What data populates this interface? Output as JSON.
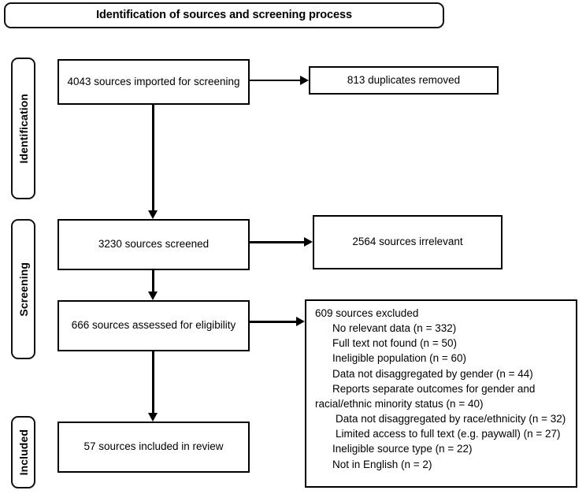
{
  "title": {
    "text": "Identification of sources and screening process"
  },
  "stages": [
    {
      "id": "identification",
      "label": "Identification"
    },
    {
      "id": "screening",
      "label": "Screening"
    },
    {
      "id": "included",
      "label": "Included"
    }
  ],
  "boxes": {
    "imported": {
      "text": "4043 sources imported for screening"
    },
    "duplicates": {
      "text": "813 duplicates removed"
    },
    "screened": {
      "text": "3230 sources screened"
    },
    "irrelevant": {
      "text": "2564 sources irrelevant"
    },
    "assessed": {
      "text": "666 sources assessed for eligibility"
    },
    "included": {
      "text": "57 sources included in review"
    }
  },
  "exclusions": {
    "heading": "609 sources excluded",
    "items": [
      {
        "text": "No relevant data (n = 332)",
        "indent": 1
      },
      {
        "text": "Full text not found (n = 50)",
        "indent": 1
      },
      {
        "text": "Ineligible population (n = 60)",
        "indent": 1
      },
      {
        "text": "Data not disaggregated by gender (n = 44)",
        "indent": 1
      },
      {
        "text": "Reports separate outcomes for gender and",
        "indent": 1
      },
      {
        "text": "racial/ethnic minority status (n = 40)",
        "indent": 0
      },
      {
        "text": "Data not disaggregated by race/ethnicity (n = 32)",
        "indent": 2
      },
      {
        "text": "Limited access to full text (e.g. paywall) (n = 27)",
        "indent": 2
      },
      {
        "text": "Ineligible source type (n = 22)",
        "indent": 1
      },
      {
        "text": "Not in English (n = 2)",
        "indent": 1
      }
    ]
  },
  "colors": {
    "border": "#000000",
    "stage_border": "#111111",
    "background": "#ffffff",
    "text": "#000000"
  }
}
